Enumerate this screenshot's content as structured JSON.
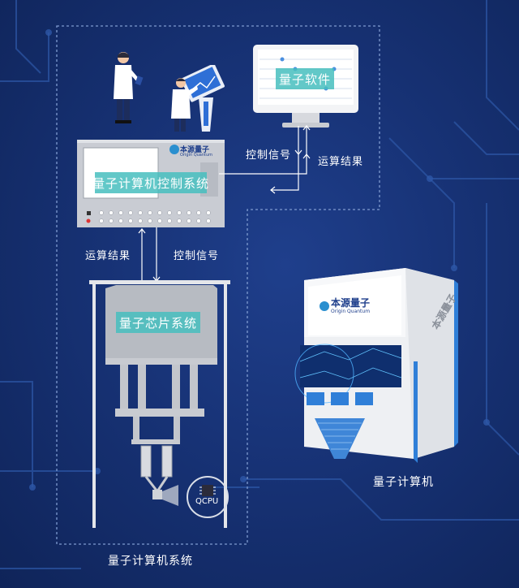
{
  "software_box": {
    "label": "量子软件"
  },
  "control_system": {
    "label": "量子计算机控制系统",
    "logo_cn": "本源量子",
    "logo_en": "Origin Quantum"
  },
  "chip_system": {
    "label": "量子芯片系统"
  },
  "qcpu": {
    "label": "QCPU"
  },
  "arrows": {
    "top_control": "控制信号",
    "top_result": "运算结果",
    "mid_result": "运算结果",
    "mid_control": "控制信号"
  },
  "captions": {
    "system": "量子计算机系统",
    "computer": "量子计算机"
  },
  "machine": {
    "logo_cn": "本源量子",
    "logo_en": "Origin Quantum",
    "side_logo": "本源量子"
  },
  "colors": {
    "background": "#173275",
    "accent_teal": "#46bebe",
    "panel_gray": "#d3d6dc",
    "machine_blue": "#2f7fd8"
  }
}
